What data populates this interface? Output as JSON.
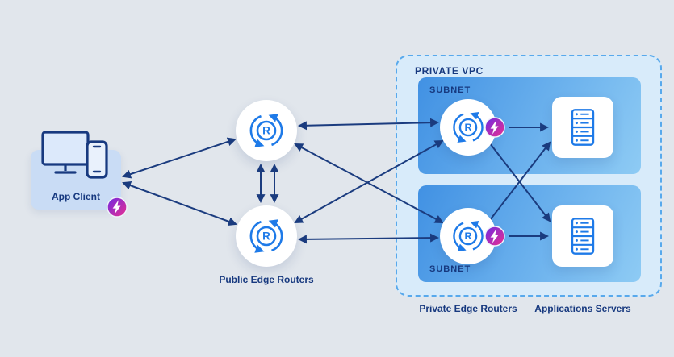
{
  "vpc": {
    "title": "PRIVATE VPC",
    "subnets": [
      {
        "label": "SUBNET"
      },
      {
        "label": "SUBNET"
      }
    ]
  },
  "nodes": {
    "app_client": {
      "label": "App Client",
      "icon": "desktop-mobile-icon",
      "badge": "lightning-icon"
    },
    "public_edge_routers": [
      {
        "icon": "router-icon"
      },
      {
        "icon": "router-icon"
      }
    ],
    "private_edge_routers": [
      {
        "icon": "router-icon",
        "badge": "lightning-icon"
      },
      {
        "icon": "router-icon",
        "badge": "lightning-icon"
      }
    ],
    "application_servers": [
      {
        "icon": "server-icon"
      },
      {
        "icon": "server-icon"
      }
    ]
  },
  "labels": {
    "public_routers": "Public Edge Routers",
    "private_routers": "Private Edge Routers",
    "app_servers": "Applications Servers"
  },
  "icons": {
    "router_letter": "R"
  },
  "colors": {
    "background": "#e1e6ec",
    "navy_text": "#17397f",
    "arrow": "#1b3c7f",
    "router_blue": "#1e7ae8",
    "vpc_fill": "#d8ebfa",
    "vpc_border": "#58a9ec",
    "subnet_gradient_start": "#4191e3",
    "subnet_gradient_end": "#8ecbf4",
    "client_card": "#c9dcf5",
    "badge_gradient_start": "#6d2be4",
    "badge_gradient_end": "#ec2f8e"
  },
  "connections": [
    {
      "from": "app-client",
      "to": "public-edge-router-1",
      "bidirectional": true
    },
    {
      "from": "app-client",
      "to": "public-edge-router-2",
      "bidirectional": true
    },
    {
      "from": "public-edge-router-1",
      "to": "public-edge-router-2",
      "bidirectional": true,
      "lines": 2
    },
    {
      "from": "public-edge-router-1",
      "to": "private-edge-router-1",
      "bidirectional": true
    },
    {
      "from": "public-edge-router-1",
      "to": "private-edge-router-2",
      "bidirectional": true
    },
    {
      "from": "public-edge-router-2",
      "to": "private-edge-router-1",
      "bidirectional": true
    },
    {
      "from": "public-edge-router-2",
      "to": "private-edge-router-2",
      "bidirectional": true
    },
    {
      "from": "private-edge-router-1",
      "to": "application-server-1",
      "bidirectional": false
    },
    {
      "from": "private-edge-router-1",
      "to": "application-server-2",
      "bidirectional": false
    },
    {
      "from": "private-edge-router-2",
      "to": "application-server-1",
      "bidirectional": false
    },
    {
      "from": "private-edge-router-2",
      "to": "application-server-2",
      "bidirectional": false
    }
  ]
}
